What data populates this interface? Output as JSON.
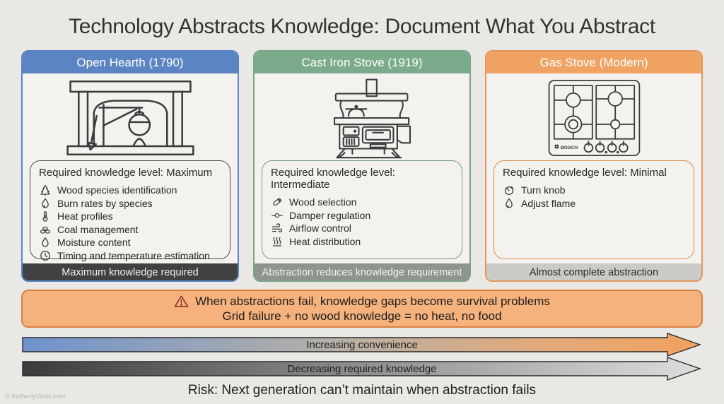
{
  "title": "Technology Abstracts Knowledge: Document What You Abstract",
  "panels": [
    {
      "header": "Open Hearth (1790)",
      "illustration": "open-hearth-line-drawing",
      "knowledge_title": "Required knowledge level: Maximum",
      "items": [
        {
          "icon": "pine-tree-icon",
          "label": "Wood species identification"
        },
        {
          "icon": "flame-icon",
          "label": "Burn rates by species"
        },
        {
          "icon": "thermometer-icon",
          "label": "Heat profiles"
        },
        {
          "icon": "coal-pile-icon",
          "label": "Coal management"
        },
        {
          "icon": "water-droplet-icon",
          "label": "Moisture content"
        },
        {
          "icon": "clock-icon",
          "label": "Timing and temperature estimation"
        }
      ],
      "footer": "Maximum knowledge required",
      "accent_color": "#5b85c2"
    },
    {
      "header": "Cast Iron Stove (1919)",
      "illustration": "cast-iron-stove-line-drawing",
      "knowledge_title": "Required knowledge level: Intermediate",
      "items": [
        {
          "icon": "wood-log-icon",
          "label": "Wood selection"
        },
        {
          "icon": "damper-icon",
          "label": "Damper regulation"
        },
        {
          "icon": "airflow-icon",
          "label": "Airflow control"
        },
        {
          "icon": "heat-waves-icon",
          "label": "Heat distribution"
        }
      ],
      "footer": "Abstraction reduces knowledge requirement",
      "accent_color": "#7cab8c"
    },
    {
      "header": "Gas Stove (Modern)",
      "illustration": "gas-cooktop-line-drawing",
      "brand": "BOSCH",
      "knowledge_title": "Required knowledge level: Minimal",
      "items": [
        {
          "icon": "knob-dial-icon",
          "label": "Turn knob"
        },
        {
          "icon": "flame-icon",
          "label": "Adjust flame"
        }
      ],
      "footer": "Almost complete abstraction",
      "accent_color": "#f0a263"
    }
  ],
  "warning": {
    "line1": "When abstractions fail, knowledge gaps become survival problems",
    "line2": "Grid failure + no wood knowledge = no heat, no food"
  },
  "arrows": [
    {
      "label": "Increasing convenience",
      "gradient": [
        "#6f93cd",
        "#b4b0a8",
        "#f0a25e"
      ]
    },
    {
      "label": "Decreasing required knowledge",
      "gradient": [
        "#3b3b3b",
        "#8f8f8d",
        "#dededc"
      ]
    }
  ],
  "risk": "Risk: Next generation can’t maintain when abstraction fails",
  "watermark": "© AnthonyVeltri.com"
}
